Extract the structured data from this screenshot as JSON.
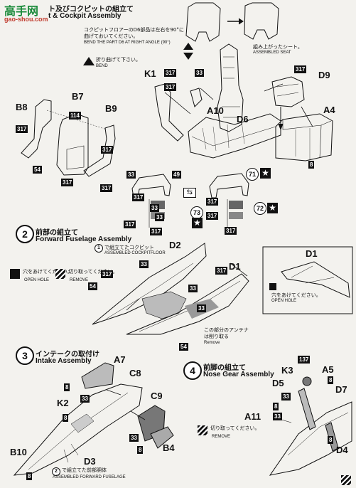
{
  "watermark": {
    "logo_text": "高手网",
    "url": "gao-shou.com"
  },
  "header": {
    "step1_jp": "ト及びコクピットの組立て",
    "step1_en": "t & Cockpit Assembly"
  },
  "notes": {
    "bend_jp_1": "コクピットフロアーのD6部品は左右を90°に",
    "bend_jp_2": "曲げておいてください。",
    "bend_en_1": "BEND THE PART D6 AT RIGHT ANGLE (90°)",
    "bend_icon_jp": "折り曲げて下さい。",
    "bend_icon_en": "BEND",
    "seat_jp": "組み上がったシート。",
    "seat_en": "ASSEMBLED SEAT"
  },
  "parts": {
    "K1": "K1",
    "A10": "A10",
    "D6": "D6",
    "D9": "D9",
    "A4": "A4",
    "B8": "B8",
    "B7": "B7",
    "B9": "B9",
    "D2": "D2",
    "D1": "D1",
    "D1b": "D1",
    "A7": "A7",
    "C8": "C8",
    "K2": "K2",
    "C9": "C9",
    "D3": "D3",
    "B4": "B4",
    "B10": "B10",
    "K3": "K3",
    "A5": "A5",
    "D5": "D5",
    "D7": "D7",
    "A11": "A11",
    "D4": "D4"
  },
  "colors": {
    "317_a": "317",
    "317_b": "317",
    "317_c": "317",
    "317_d": "317",
    "317_e": "317",
    "317_f": "317",
    "317_g": "317",
    "317_h": "317",
    "317_i": "317",
    "317_j": "317",
    "317_k": "317",
    "317_l": "317",
    "317_m": "317",
    "317_n": "317",
    "317_o": "317",
    "317_p": "317",
    "317_q": "317",
    "317_r": "317",
    "33_a": "33",
    "33_b": "33",
    "33_c": "33",
    "33_d": "33",
    "33_e": "33",
    "33_f": "33",
    "33_g": "33",
    "33_h": "33",
    "33_i": "33",
    "33_j": "33",
    "33_k": "33",
    "8_a": "8",
    "8_b": "8",
    "8_c": "8",
    "8_d": "8",
    "8_e": "8",
    "8_f": "8",
    "8_g": "8",
    "8_h": "8",
    "54_a": "54",
    "54_b": "54",
    "54_c": "54",
    "49": "49",
    "114": "114",
    "137": "137"
  },
  "circles": {
    "c71": "71",
    "c73": "73",
    "c72": "72",
    "c1": "1",
    "c2": "2"
  },
  "step2": {
    "num": "2",
    "jp": "前部の組立て",
    "en": "Forward Fuselage Assembly",
    "ref_jp": "で組立てたコクピット",
    "ref_en": "ASSEMBLED COCKPITFLOOR",
    "hole_jp": "穴をあけてください。",
    "hole_en": "OPEN HOLE",
    "remove_jp": "切り取ってください。",
    "remove_en": "REMOVE",
    "antenna_jp_1": "この部分のアンテナ",
    "antenna_jp_2": "は削り取る",
    "antenna_en": "Remove",
    "inset_hole_jp": "穴をあけてください。",
    "inset_hole_en": "OPEN HOLE"
  },
  "step3": {
    "num": "3",
    "jp": "インテークの取付け",
    "en": "Intake Assembly",
    "ref_jp": "で組立てた前部胴体",
    "ref_en": "ASSEMBLED FORWARD FUSELAGE"
  },
  "step4": {
    "num": "4",
    "jp": "前脚の組立て",
    "en": "Nose Gear Assembly",
    "remove_jp": "切り取ってください。",
    "remove_en": "REMOVE"
  }
}
